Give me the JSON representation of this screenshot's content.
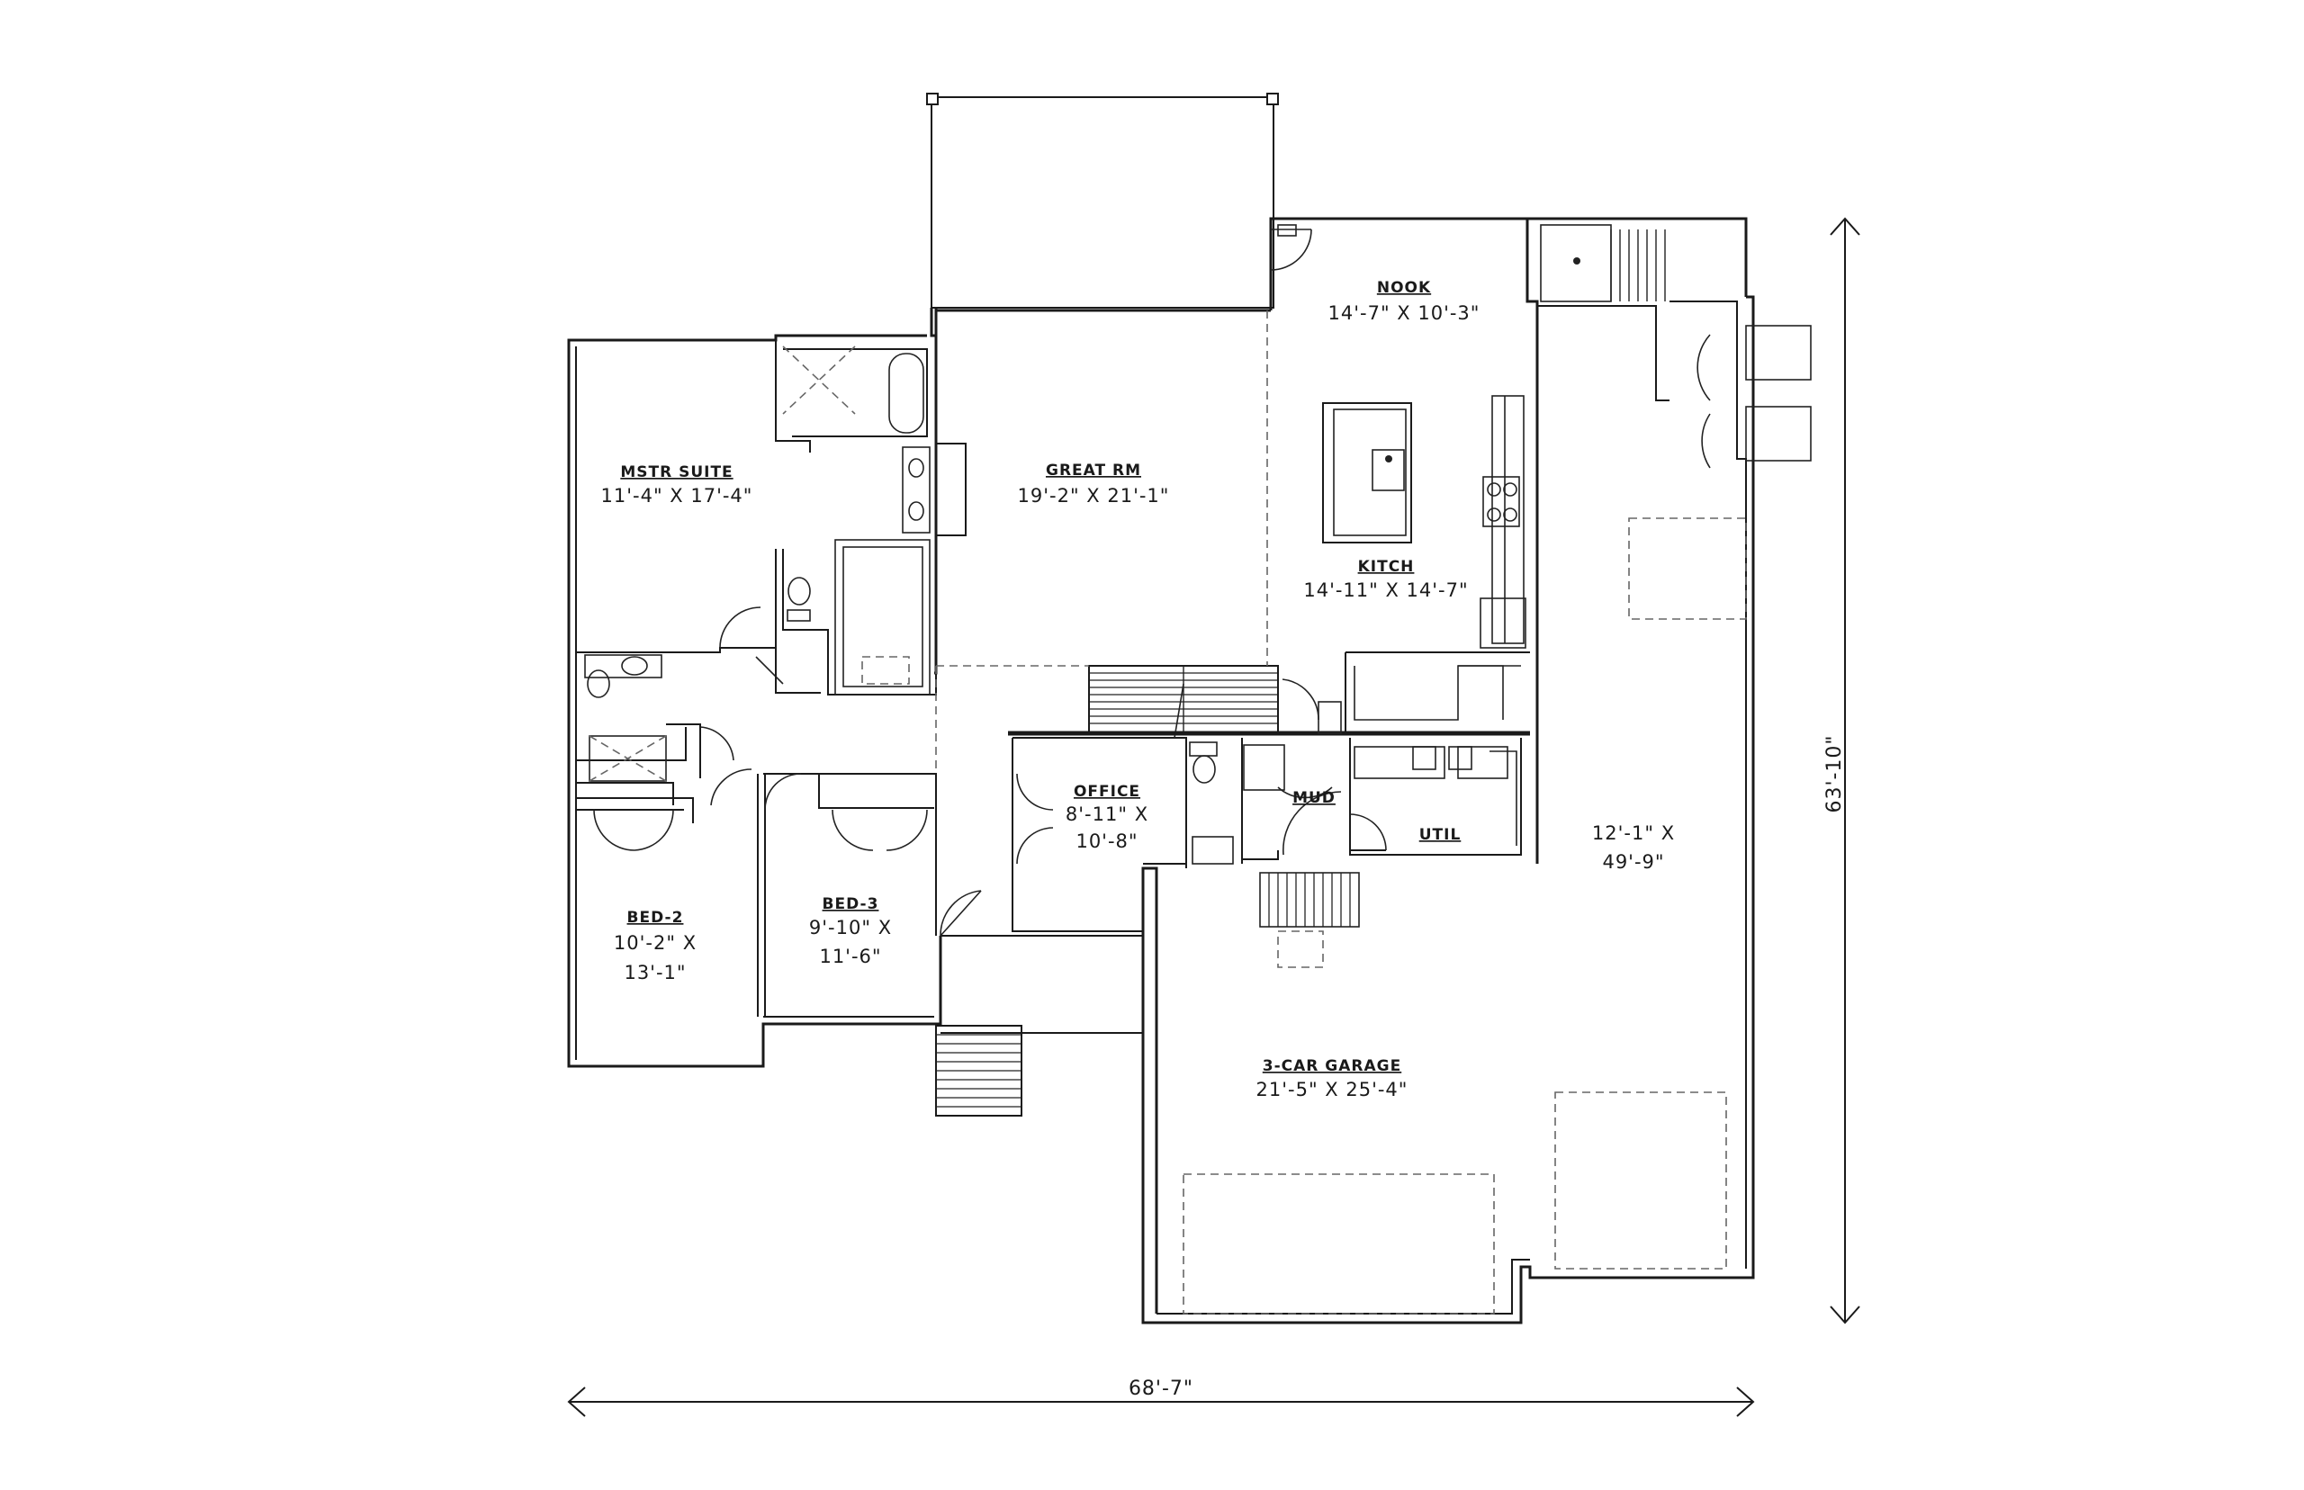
{
  "plan": {
    "rooms": [
      {
        "id": "nook",
        "name": "NOOK",
        "dims": [
          "14'-7\" X 10'-3\""
        ]
      },
      {
        "id": "great-rm",
        "name": "GREAT RM",
        "dims": [
          "19'-2\" X 21'-1\""
        ]
      },
      {
        "id": "mstr-suite",
        "name": "MSTR SUITE",
        "dims": [
          "11'-4\" X 17'-4\""
        ]
      },
      {
        "id": "kitch",
        "name": "KITCH",
        "dims": [
          "14'-11\" X 14'-7\""
        ]
      },
      {
        "id": "office",
        "name": "OFFICE",
        "dims": [
          "8'-11\" X",
          "10'-8\""
        ]
      },
      {
        "id": "mud",
        "name": "MUD",
        "dims": []
      },
      {
        "id": "util",
        "name": "UTIL",
        "dims": []
      },
      {
        "id": "bed-2",
        "name": "BED-2",
        "dims": [
          "10'-2\" X",
          "13'-1\""
        ]
      },
      {
        "id": "bed-3",
        "name": "BED-3",
        "dims": [
          "9'-10\" X",
          "11'-6\""
        ]
      },
      {
        "id": "garage",
        "name": "3-CAR GARAGE",
        "dims": [
          "21'-5\" X 25'-4\""
        ]
      },
      {
        "id": "rv-bay",
        "name": "",
        "dims": [
          "12'-1\" X",
          "49'-9\""
        ]
      }
    ],
    "overall_width": "68'-7\"",
    "overall_depth": "63'-10\""
  }
}
